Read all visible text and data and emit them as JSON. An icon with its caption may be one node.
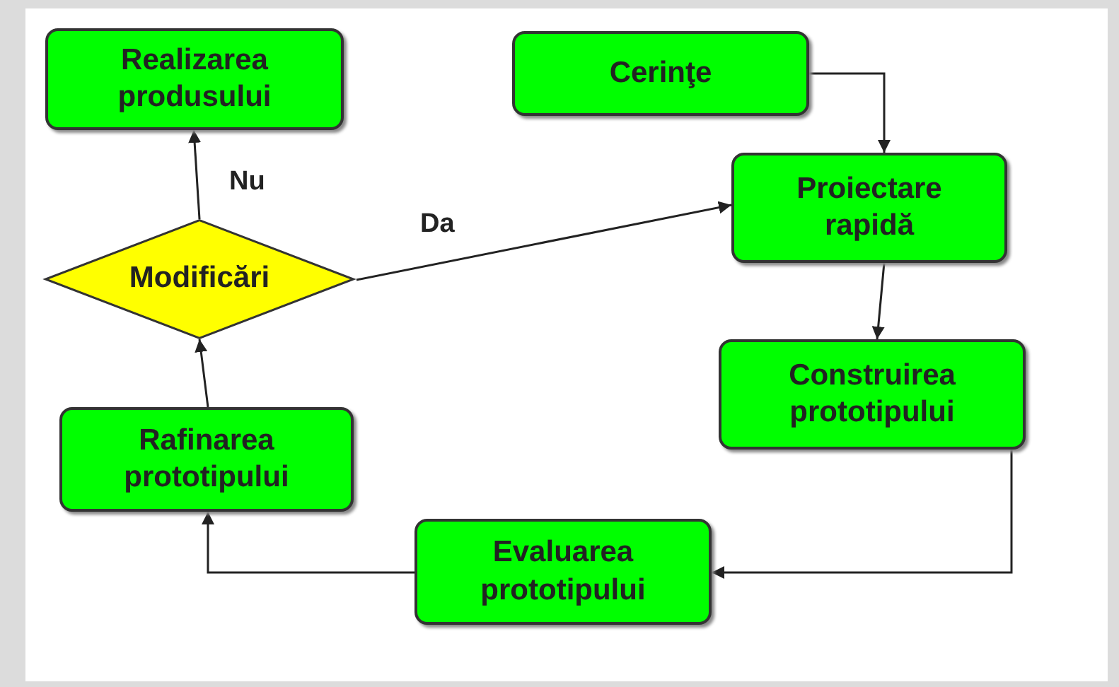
{
  "diagram": {
    "nodes": [
      {
        "text": [
          "Realizarea produsului"
        ]
      },
      {
        "text": [
          "Cerinţe"
        ]
      },
      {
        "text": [
          "Proiectare rapidă"
        ]
      },
      {
        "text": [
          "Modificări"
        ]
      },
      {
        "text": [
          "Construirea prototipului"
        ]
      },
      {
        "text": [
          "Rafinarea prototipului"
        ]
      },
      {
        "text": [
          "Evaluarea prototipului"
        ]
      }
    ],
    "edges": [
      {
        "from": 1,
        "to": 2,
        "arrow": "to"
      },
      {
        "from": 2,
        "to": 4,
        "arrow": "to"
      },
      {
        "from": 4,
        "to": 6,
        "arrow": "to"
      },
      {
        "from": 6,
        "to": 5,
        "arrow": "to"
      },
      {
        "from": 5,
        "to": 3,
        "arrow": "to"
      },
      {
        "from": 3,
        "to": 0,
        "arrow": "to",
        "label": "Nu"
      },
      {
        "from": 3,
        "to": 2,
        "arrow": "to",
        "label": "Da"
      }
    ]
  }
}
